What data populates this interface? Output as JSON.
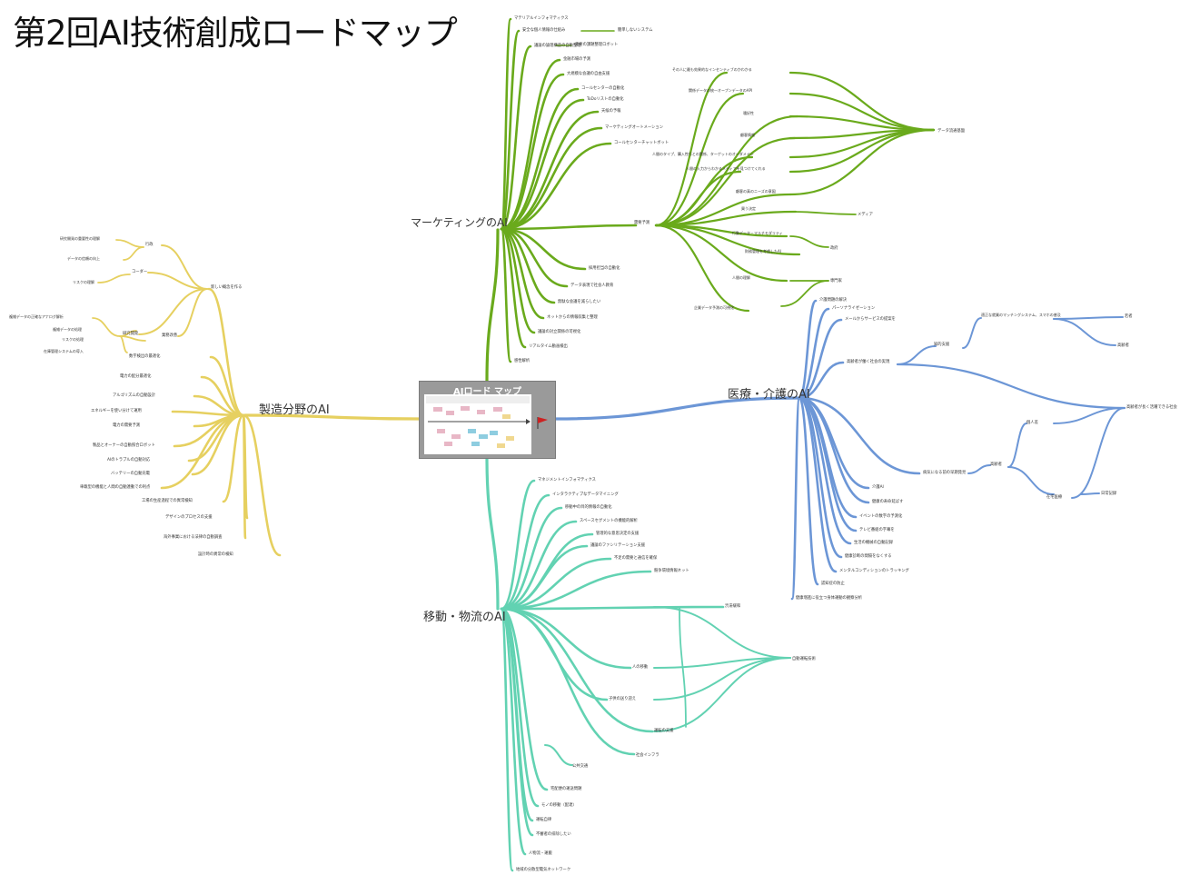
{
  "title": "第2回AI技術創成ロードマップ",
  "thumbnail": {
    "title": "AIロード マップ",
    "flag_color": "#cc2222"
  },
  "colors": {
    "marketing": "#6aaa1c",
    "medical": "#6c96d6",
    "mobility": "#62d2b2",
    "manufacturing": "#e6d060"
  },
  "branches": {
    "marketing": {
      "label": "マーケティングのAI"
    },
    "medical": {
      "label": "医療・介護のAI"
    },
    "mobility": {
      "label": "移動・物流のAI"
    },
    "manufacturing": {
      "label": "製造分野のAI"
    }
  },
  "nodes": {
    "marketing": [
      "マテリアルインフォマティクス",
      "安全な個人情報の仕組み",
      "簡単しないシステム",
      "議論の論理構造の自動整理",
      "重要の課題整理ロボット",
      "金融市場の予測",
      "大規模な会議の自由支援",
      "コールセンターの自動化",
      "ToDoリストの自動化",
      "天候の予報",
      "マーケティングオートメーション",
      "コールセンターチャットボット",
      "需要予測",
      "採用担当の自動化",
      "データ表現で社会人教育",
      "無駄な会議を減らしたい",
      "ネットからの情報収集と整理",
      "議論の対立関係の可視化",
      "リアルタイム動画検出",
      "感性解析",
      "その人に最も効果的なインセンティブのかわかる",
      "関係データの統一オープンデータのAPI",
      "嗜好性",
      "顧客情報",
      "人間のタイプ、購入性行との関係、ターゲットのオーダメイン",
      "人間の入力からわかるメディアを見つけてくれる",
      "顧客の真のニーズの意図",
      "買う決定",
      "行動データ・マルチモダリティ",
      "財務管理を考慮したAI",
      "人間の理解",
      "企業データ予測の可視化",
      "データ流通基盤",
      "メディア",
      "政府",
      "専門家"
    ],
    "medical": [
      "介護問題の解決",
      "パーソナライゼーション",
      "メールからサービスの提案を",
      "高齢者が働く社会の実現",
      "知的支援",
      "適正な就業のマッチングシステム、スマホの普及",
      "若者",
      "高齢者",
      "病気になる前の早期発見",
      "介護AI",
      "健康の寿命延ばす",
      "イベントの数字の予測化",
      "テレビ番組の字幕を",
      "生活の機械の自動記録",
      "健康診断の間隔をなくする",
      "メンタルコンディションのトラッキング",
      "認知症の防止",
      "健康増進に役立つ身体運動の観察分析",
      "高齢者が長く活躍できる社会",
      "個人差",
      "在宅医療",
      "日常記録",
      "高齢者"
    ],
    "mobility": [
      "マネジメントインフォマティクス",
      "インタラクティブなデータマイニング",
      "移動中の目的情報の自動化",
      "スペースセグメントの機能的解析",
      "管理的な意思決定の支援",
      "議論のファシリテーション支援",
      "不足の需要と通信を確保",
      "競争環境情報ネット",
      "渋滞緩和",
      "人の移動",
      "自動運転技術",
      "子供の送り迎え",
      "運転の支援",
      "社会インフラ",
      "公共交通",
      "宅配便の運送問題",
      "モノの移動（配達）",
      "運転自律",
      "不審者の排除したい",
      "人物流・運搬",
      "地域の分散型電気ネットワーク"
    ],
    "manufacturing": [
      "研究開発の重要性の理解",
      "行政",
      "データの信頼の向上",
      "コーダー",
      "リスクの理解",
      "新しい概念を作る",
      "複雑データの正確なアナログ解析",
      "複雑データの処理",
      "リスクの処理",
      "在庫管理システムの導入",
      "研究開発",
      "業務改善",
      "数字検出の最適化",
      "電力の配分最適化",
      "アルゴリズムの自動設計",
      "エネルギーを使い分けて運用",
      "電力の需要予測",
      "製品とオーナーの自動照合ロボット",
      "AIのトラブルの自動対応",
      "バッテリーの自動充電",
      "車載型の機能と人間の自動連動での利点",
      "工場の生産過程での異常検知",
      "デザインのプロセスの支援",
      "海外事業における法律の自動調査",
      "設計時の異常の検知"
    ]
  }
}
